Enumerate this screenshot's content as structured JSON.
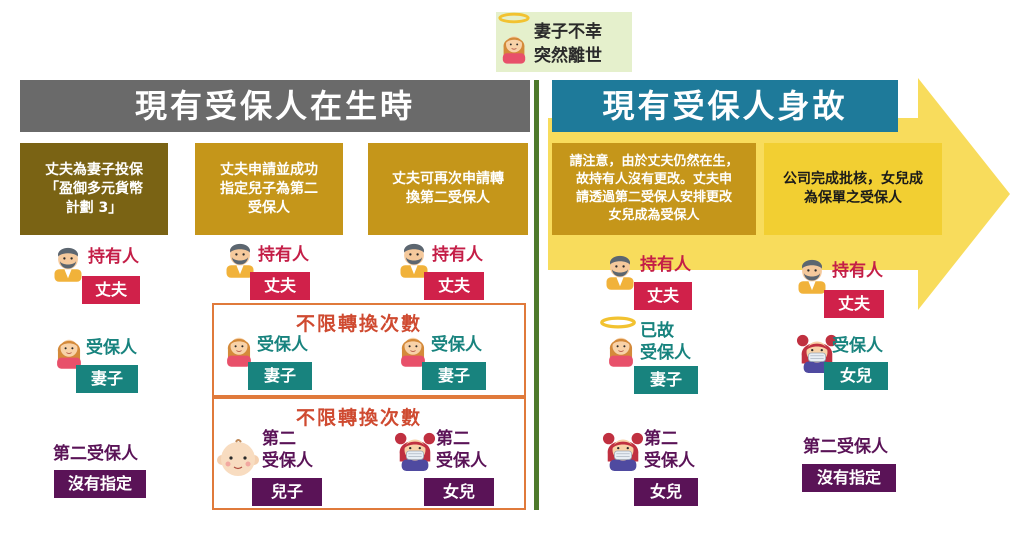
{
  "event": {
    "text": "妻子不幸\n突然離世"
  },
  "sections": {
    "alive": "現有受保人在生時",
    "deceased": "現有受保人身故"
  },
  "steps": [
    "丈夫為妻子投保\n「盈御多元貨幣\n計劃 3」",
    "丈夫申請並成功\n指定兒子為第二\n受保人",
    "丈夫可再次申請轉\n換第二受保人",
    "請注意，由於丈夫仍然在生，\n故持有人沒有更改。丈夫申\n請透過第二受保人安排更改\n女兒成為受保人",
    "公司完成批核，女兒成\n為保單之受保人"
  ],
  "roles": {
    "holder": "持有人",
    "insured": "受保人",
    "second_insured": "第二受保人",
    "second_insured_split": "第二\n受保人",
    "deceased_insured": "已故\n受保人",
    "unlimited_switch": "不限轉換次數"
  },
  "people": {
    "husband": "丈夫",
    "wife": "妻子",
    "son": "兒子",
    "daughter": "女兒",
    "none": "沒有指定"
  },
  "icons": {
    "husband": "man-avatar-icon",
    "wife": "woman-avatar-icon",
    "son": "baby-avatar-icon",
    "daughter": "girl-mask-avatar-icon",
    "halo": "halo-icon",
    "arrow": "right-arrow-icon"
  },
  "colors": {
    "holder_red": "#d0214a",
    "insured_teal": "#18837e",
    "second_purple": "#5a1357",
    "banner_gray": "#6a6a6a",
    "banner_blue": "#1e7a9a",
    "arrow_yellow": "#f8dc5c",
    "divider_green": "#4e7a2c",
    "frame_orange": "#e07a3b"
  }
}
